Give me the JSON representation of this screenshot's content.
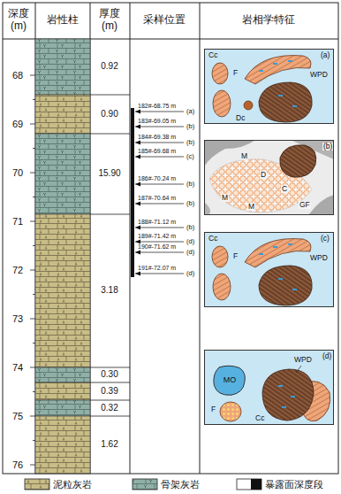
{
  "diagram": {
    "nodes": [
      {
        "text": [
          "(a)",
          "Cc",
          "F",
          "WPD",
          "Dc"
        ]
      },
      {
        "text": [
          "(b)",
          "M",
          "D",
          "C",
          "M",
          "M",
          "GF"
        ]
      },
      {
        "text": [
          "(c)",
          "Cc",
          "F",
          "WPD"
        ]
      },
      {
        "text": [
          "(d)",
          "WPD",
          "F",
          "Cc"
        ]
      },
      {
        "text": [
          "MO"
        ],
        "in": 3
      }
    ],
    "labels": [
      "深度 (m)",
      "岩性柱",
      "厚度 (m)",
      "采样位置",
      "岩相学特征",
      "68",
      "69",
      "70",
      "71",
      "72",
      "73",
      "74",
      "75",
      "76",
      "0.92",
      "0.90",
      "15.90",
      "3.18",
      "0.30",
      "0.39",
      "0.32",
      "1.62",
      "182#-68.75 m",
      "183#-69.05 m",
      "184#-69.38 m",
      "185#-69.68 m",
      "186#-70.24 m",
      "187#-70.64 m",
      "188#-71.12 m",
      "189#-71.42 m",
      "190#-71.62 m",
      "191#-72.07 m",
      "(a)",
      "(b)",
      "(b)",
      "(c)",
      "(b)",
      "(b)",
      "(b)",
      "(d)",
      "(d)",
      "(d)"
    ],
    "legend": [
      {
        "text": "泥粒灰岩"
      },
      {
        "text": "骨架灰岩"
      },
      {
        "text": "暴露面深度段",
        "color": "#111111"
      }
    ]
  }
}
